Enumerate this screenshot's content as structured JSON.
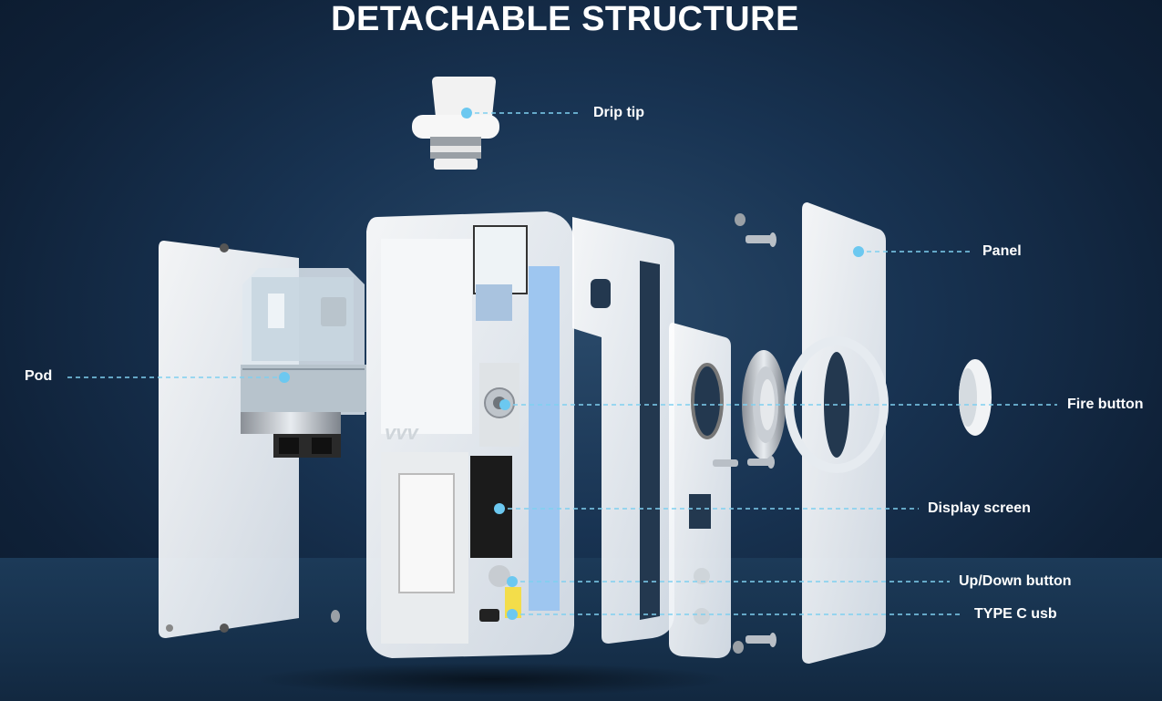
{
  "title": "DETACHABLE STRUCTURE",
  "labels": {
    "drip_tip": "Drip tip",
    "panel": "Panel",
    "pod": "Pod",
    "fire_button": "Fire button",
    "display_screen": "Display screen",
    "up_down_button": "Up/Down button",
    "type_c_usb": "TYPE C usb"
  },
  "colors": {
    "callout_dot": "#6cc8f0",
    "callout_line": "#7fd0f0",
    "label_text": "#ffffff",
    "background": "#183352",
    "battery_blue": "#9ec6f0",
    "pcb_black": "#1b1b1b",
    "usb_yellow": "#f3dd4a"
  }
}
